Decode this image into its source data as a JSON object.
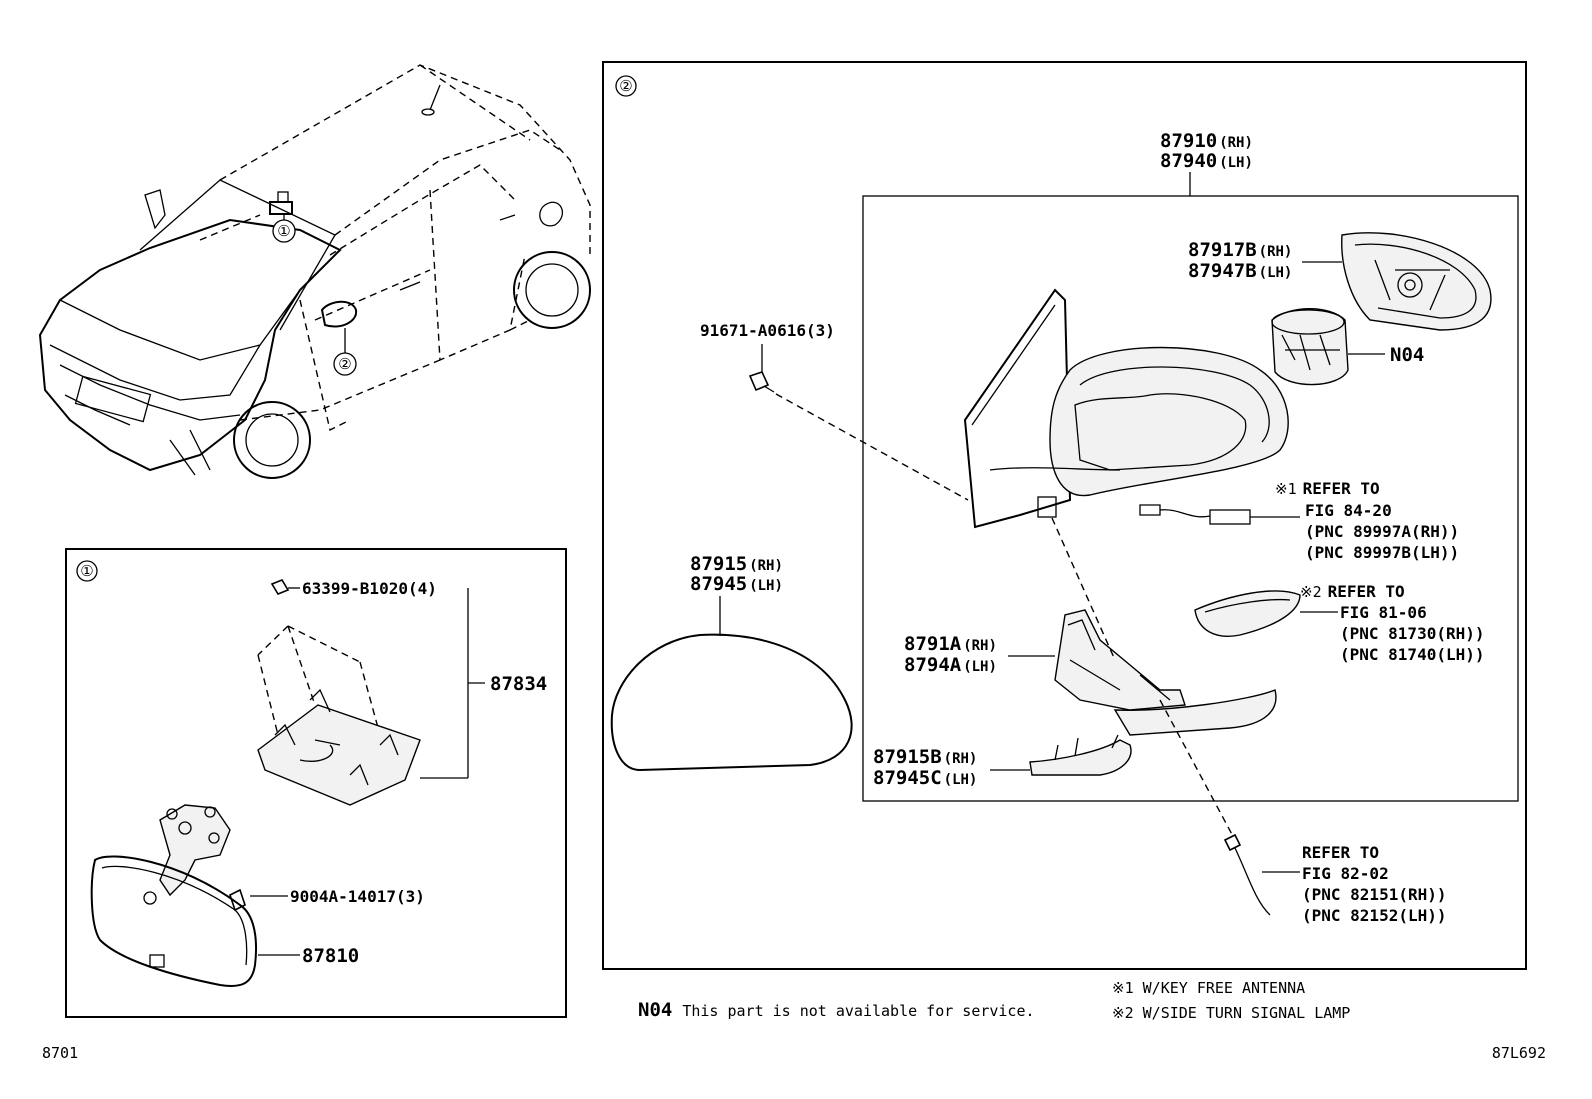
{
  "callouts": {
    "c1": "①",
    "c2": "②"
  },
  "box2": {
    "mirror_assy": {
      "rh": "87910",
      "rh_suffix": "(RH)",
      "lh": "87940",
      "lh_suffix": "(LH)"
    },
    "cover": {
      "rh": "87917B",
      "rh_suffix": "(RH)",
      "lh": "87947B",
      "lh_suffix": "(LH)"
    },
    "n04": "N04",
    "screw": "91671-A0616(3)",
    "refer1": {
      "mark": "※1",
      "line1": "REFER TO",
      "line2": "FIG 84-20",
      "line3": "(PNC 89997A(RH))",
      "line4": "(PNC 89997B(LH))"
    },
    "refer2": {
      "mark": "※2",
      "line1": "REFER TO",
      "line2": "FIG 81-06",
      "line3": "(PNC 81730(RH))",
      "line4": "(PNC 81740(LH))"
    },
    "glass": {
      "rh": "87915",
      "rh_suffix": "(RH)",
      "lh": "87945",
      "lh_suffix": "(LH)"
    },
    "bracket": {
      "rh": "8791A",
      "rh_suffix": "(RH)",
      "lh": "8794A",
      "lh_suffix": "(LH)"
    },
    "lower": {
      "rh": "87915B",
      "rh_suffix": "(RH)",
      "lh": "87945C",
      "lh_suffix": "(LH)"
    },
    "refer3": {
      "line1": "REFER TO",
      "line2": "FIG 82-02",
      "line3": "(PNC 82151(RH))",
      "line4": "(PNC 82152(LH))"
    }
  },
  "box1": {
    "clip": "63399-B1020(4)",
    "cover": "87834",
    "screw": "9004A-14017(3)",
    "mirror": "87810"
  },
  "footer": {
    "n04_code": "N04",
    "n04_note": "This part is not available for service.",
    "note1": "※1 W/KEY FREE ANTENNA",
    "note2": "※2 W/SIDE TURN SIGNAL LAMP",
    "page_left": "8701",
    "page_right": "87L692"
  }
}
